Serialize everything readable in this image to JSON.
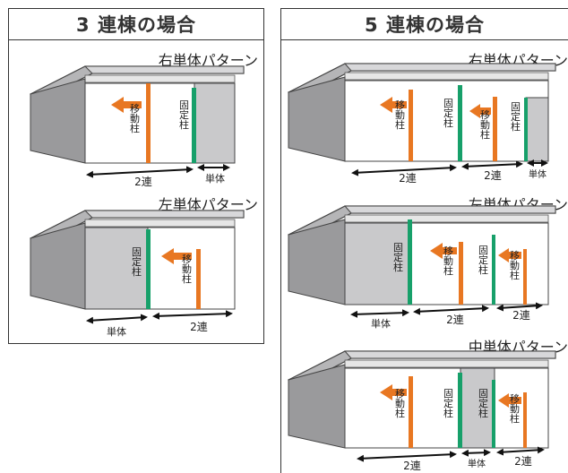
{
  "colors": {
    "moving_pillar": "#e87722",
    "fixed_pillar": "#17a06a",
    "single_bay": "#c9c9cb",
    "wall": "#9a9a9c"
  },
  "left_panel": {
    "title": "3 連棟の場合",
    "right_pattern": {
      "label": "右単体パターン",
      "moving": "移動柱",
      "fixed": "固定柱",
      "span_a": "2連",
      "span_b": "単体"
    },
    "left_pattern": {
      "label": "左単体パターン",
      "moving": "移動柱",
      "fixed": "固定柱",
      "span_a": "単体",
      "span_b": "2連"
    }
  },
  "right_panel": {
    "title": "5 連棟の場合",
    "right_pattern": {
      "label": "右単体パターン",
      "moving_1": "移動柱",
      "fixed_1": "固定柱",
      "moving_2": "移動柱",
      "fixed_2": "固定柱",
      "span_a": "2連",
      "span_b": "2連",
      "span_c": "単体"
    },
    "left_pattern": {
      "label": "左単体パターン",
      "fixed_1": "固定柱",
      "moving_1": "移動柱",
      "fixed_2": "固定柱",
      "moving_2": "移動柱",
      "span_a": "単体",
      "span_b": "2連",
      "span_c": "2連"
    },
    "center_pattern": {
      "label": "中単体パターン",
      "moving_1": "移動柱",
      "fixed_1": "固定柱",
      "fixed_2": "固定柱",
      "moving_2": "移動柱",
      "span_a": "2連",
      "span_b": "単体",
      "span_c": "2連"
    }
  }
}
